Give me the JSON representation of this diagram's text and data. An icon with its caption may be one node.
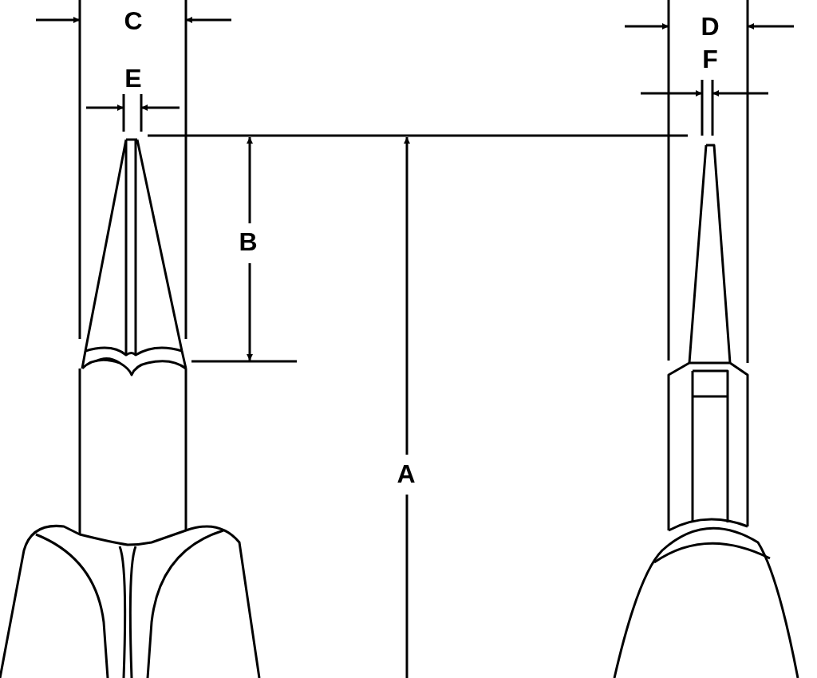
{
  "diagram": {
    "labels": [
      "C",
      "D",
      "E",
      "F",
      "B",
      "A"
    ]
  }
}
